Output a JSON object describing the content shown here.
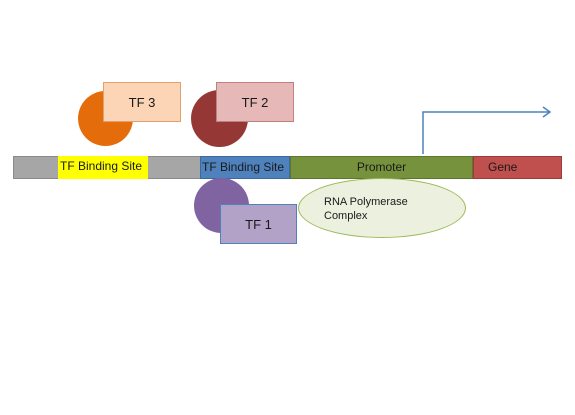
{
  "dna": {
    "tf3_site_label": "TF Binding Site",
    "tf12_site_label": "TF Binding Site",
    "promoter_label": "Promoter",
    "gene_label": "Gene"
  },
  "factors": {
    "tf3_label": "TF 3",
    "tf2_label": "TF 2",
    "tf1_label": "TF 1"
  },
  "rna_polymerase": {
    "label": "RNA Polymerase Complex"
  },
  "colors": {
    "dna_backbone": "#a6a6a6",
    "tf3_site": "#ffff00",
    "tf12_site": "#4f81bd",
    "promoter": "#77923c",
    "gene": "#c0504d",
    "tf3": "#e46c0a",
    "tf2": "#953735",
    "tf1": "#8064a2",
    "rna_polymerase": "#ebf1de",
    "transcription_arrow": "#4f81bd"
  }
}
